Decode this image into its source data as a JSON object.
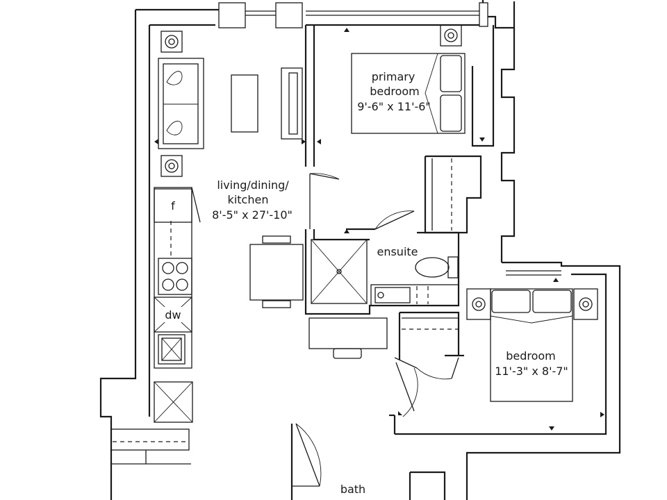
{
  "rooms": {
    "living": {
      "name_lines": [
        "living/dining/",
        "kitchen"
      ],
      "dims": "8'-5\" x 27'-10\""
    },
    "primary": {
      "name_lines": [
        "primary",
        "bedroom"
      ],
      "dims": "9'-6\" x 11'-6\""
    },
    "ensuite": {
      "name": "ensuite"
    },
    "bedroom": {
      "name": "bedroom",
      "dims": "11'-3\" x 8'-7\""
    },
    "bath": {
      "name": "bath"
    }
  },
  "appliances": {
    "fridge": "f",
    "dishwasher": "dw"
  }
}
